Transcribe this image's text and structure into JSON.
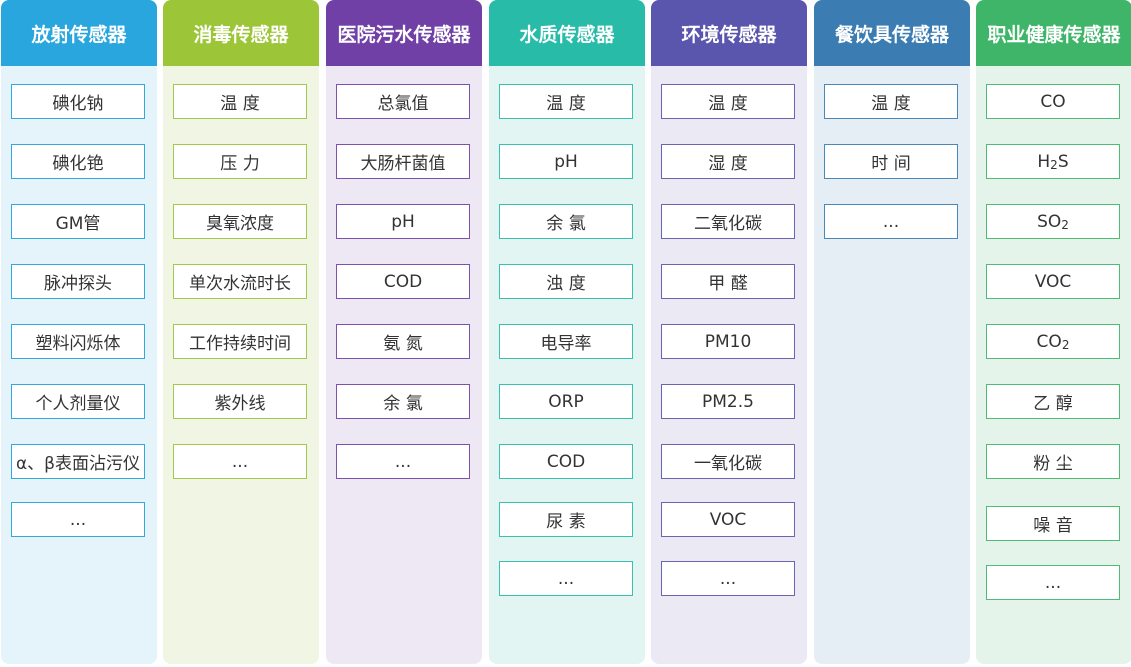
{
  "columns": [
    {
      "title": "放射传感器",
      "header_color": "#28a6dd",
      "body_color": "#e5f3fb",
      "border_color": "#32a9de",
      "items": [
        "碘化钠",
        "碘化铯",
        "GM管",
        "脉冲探头",
        "塑料闪烁体",
        "个人剂量仪",
        "α、β表面沾污仪",
        "..."
      ]
    },
    {
      "title": "消毒传感器",
      "header_color": "#9cc537",
      "body_color": "#f1f5e3",
      "border_color": "#a2c94a",
      "items": [
        "温 度",
        "压 力",
        "臭氧浓度",
        "单次水流时长",
        "工作持续时间",
        "紫外线",
        "..."
      ]
    },
    {
      "title": "医院污水传感器",
      "header_color": "#7040a6",
      "body_color": "#ede8f3",
      "border_color": "#7d51ad",
      "items": [
        "总氯值",
        "大肠杆菌值",
        "pH",
        "COD",
        "氨 氮",
        "余 氯",
        "..."
      ]
    },
    {
      "title": "水质传感器",
      "header_color": "#27bba8",
      "body_color": "#e2f5f2",
      "border_color": "#39c0ae",
      "items": [
        "温 度",
        "pH",
        "余 氯",
        "浊 度",
        "电导率",
        "ORP",
        "COD",
        "尿 素",
        "..."
      ]
    },
    {
      "title": "环境传感器",
      "header_color": "#5a55ad",
      "body_color": "#eae9f4",
      "border_color": "#6964b4",
      "items": [
        "温 度",
        "湿 度",
        "二氧化碳",
        "甲 醛",
        "PM10",
        "PM2.5",
        "一氧化碳",
        "VOC",
        "..."
      ]
    },
    {
      "title": "餐饮具传感器",
      "header_color": "#3b7db3",
      "body_color": "#e6eef5",
      "border_color": "#4a88ba",
      "items": [
        "温 度",
        "时 间",
        "..."
      ]
    },
    {
      "title": "职业健康传感器",
      "header_color": "#3fb569",
      "body_color": "#e4f4ea",
      "border_color": "#4fbb74",
      "items": [
        "CO",
        "H2S",
        "SO2",
        "VOC",
        "CO2",
        "乙 醇",
        "粉 尘",
        "噪 音",
        "..."
      ]
    }
  ]
}
